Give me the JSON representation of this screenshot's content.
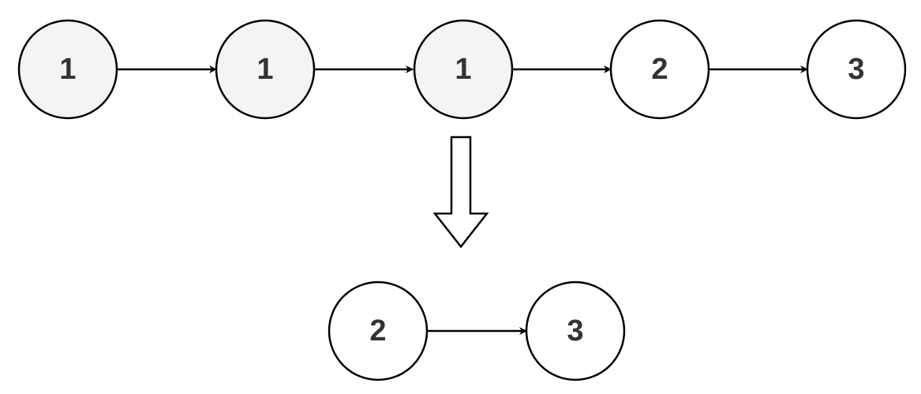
{
  "colors": {
    "removed_fill": "#f3f5f3",
    "kept_fill": "#ffffff",
    "stroke": "#000000",
    "label": "#333333"
  },
  "before_list": [
    {
      "value": "1",
      "state": "removed"
    },
    {
      "value": "1",
      "state": "removed"
    },
    {
      "value": "1",
      "state": "removed"
    },
    {
      "value": "2",
      "state": "kept"
    },
    {
      "value": "3",
      "state": "kept"
    }
  ],
  "after_list": [
    {
      "value": "2",
      "state": "kept"
    },
    {
      "value": "3",
      "state": "kept"
    }
  ]
}
